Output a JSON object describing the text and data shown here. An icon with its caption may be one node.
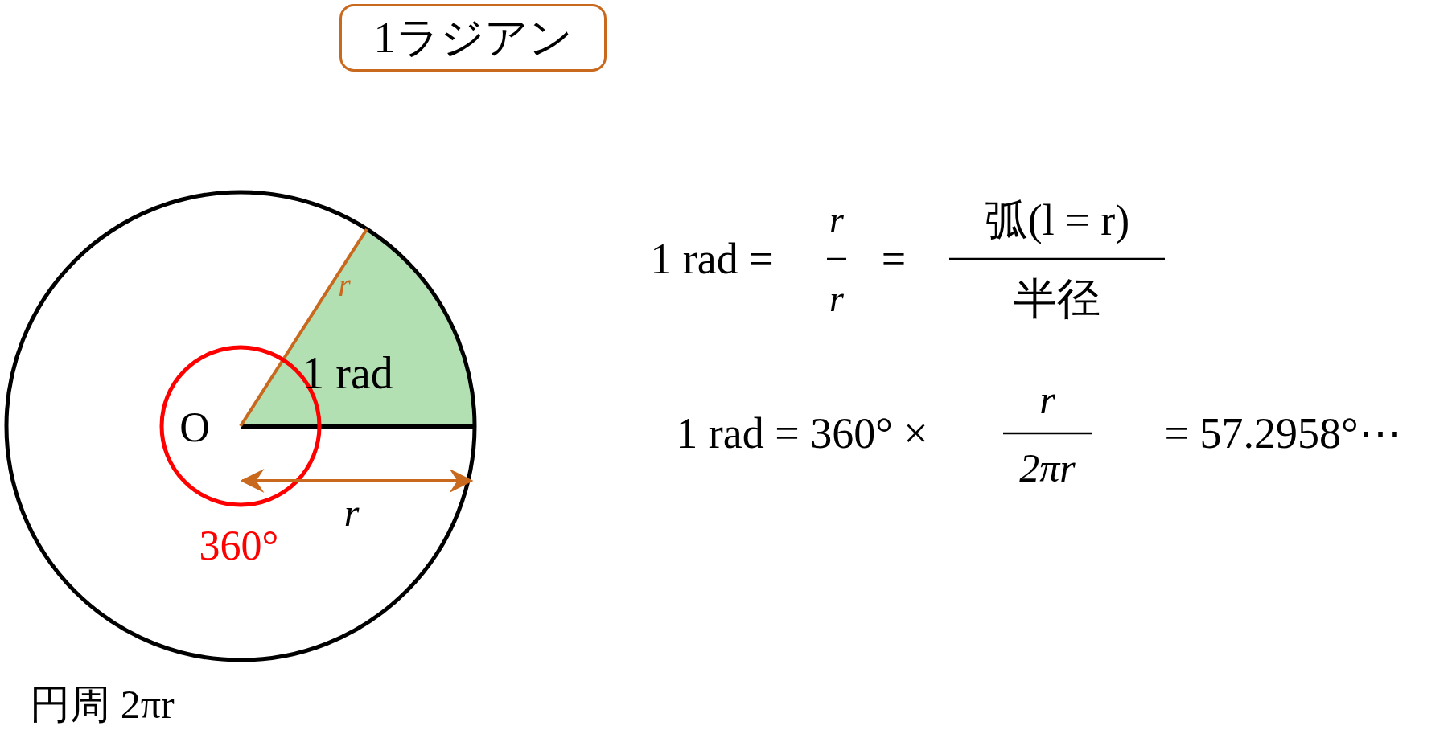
{
  "diagram": {
    "nodes": [
      {
        "text": [
          "1ラジアン"
        ]
      }
    ],
    "edges": [],
    "labels": [
      "r",
      "1 rad",
      "O",
      "r",
      "360°",
      "円周 2πr",
      "1 rad =",
      "r",
      "r",
      "=",
      "弧(l = r)",
      "半径",
      "1 rad = 360° ×",
      "r",
      "2πr",
      "= 57.2958°⋯"
    ]
  }
}
